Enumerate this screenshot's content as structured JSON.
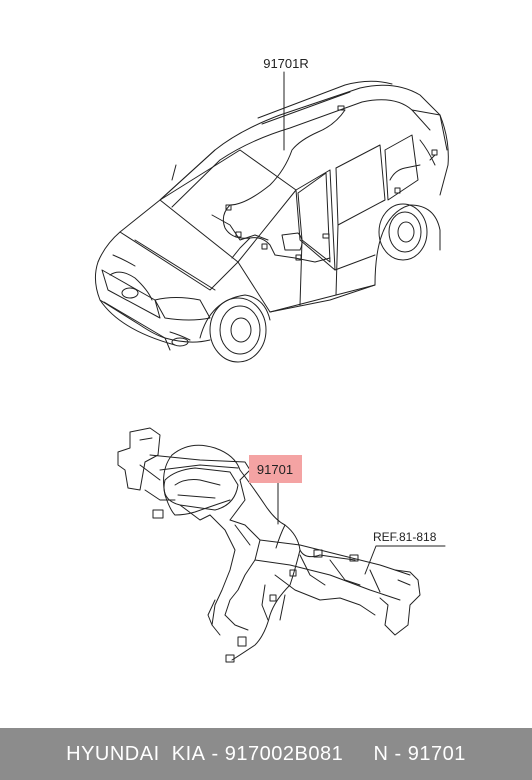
{
  "labels": {
    "vehicle_part": "91701R",
    "highlighted_part": "91701",
    "reference": "REF.81-818"
  },
  "colors": {
    "highlight_fill": "#f4a3a3",
    "footer_bg": "#8c8c8c",
    "line": "#222222"
  },
  "footer": {
    "brand": "HYUNDAI  KIA",
    "separator1": " - ",
    "part_number": "917002B081",
    "gap": "     ",
    "code_prefix": "N",
    "separator2": " - ",
    "code": "91701"
  }
}
